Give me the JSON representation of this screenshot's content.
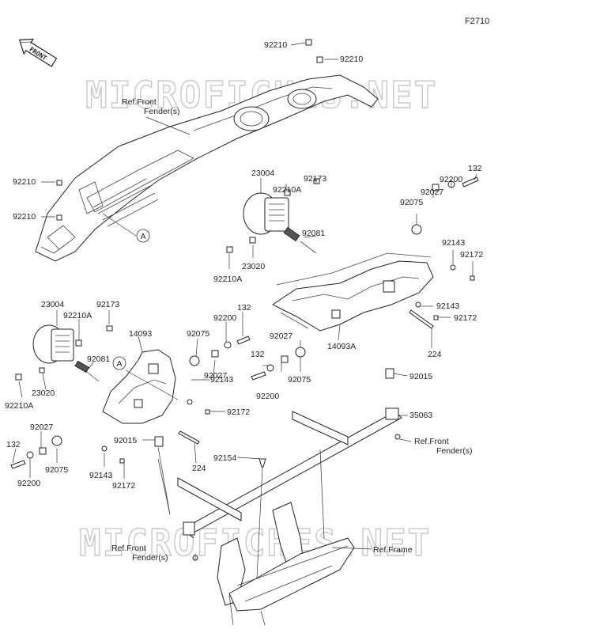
{
  "figure_id": "F2710",
  "front_label": "FRONT",
  "watermark": "MICROFICHES.NET",
  "callout_letter": "A",
  "labels": [
    {
      "id": "l1",
      "text": "92210"
    },
    {
      "id": "l2",
      "text": "92210"
    },
    {
      "id": "l3",
      "text": "Ref.Front"
    },
    {
      "id": "l4",
      "text": "Fender(s)"
    },
    {
      "id": "l5",
      "text": "92210"
    },
    {
      "id": "l6",
      "text": "92210"
    },
    {
      "id": "l7",
      "text": "23004"
    },
    {
      "id": "l8",
      "text": "92210A"
    },
    {
      "id": "l9",
      "text": "92173"
    },
    {
      "id": "l10",
      "text": "92081"
    },
    {
      "id": "l11",
      "text": "23020"
    },
    {
      "id": "l12",
      "text": "92210A"
    },
    {
      "id": "l13",
      "text": "132"
    },
    {
      "id": "l14",
      "text": "92200"
    },
    {
      "id": "l15",
      "text": "92027"
    },
    {
      "id": "l16",
      "text": "92075"
    },
    {
      "id": "l17",
      "text": "92143"
    },
    {
      "id": "l18",
      "text": "92172"
    },
    {
      "id": "l19",
      "text": "92143"
    },
    {
      "id": "l20",
      "text": "92172"
    },
    {
      "id": "l21",
      "text": "224"
    },
    {
      "id": "l22",
      "text": "14093A"
    },
    {
      "id": "l23",
      "text": "92027"
    },
    {
      "id": "l24",
      "text": "132"
    },
    {
      "id": "l25",
      "text": "92200"
    },
    {
      "id": "l26",
      "text": "92075"
    },
    {
      "id": "l27",
      "text": "92015"
    },
    {
      "id": "l28",
      "text": "23004"
    },
    {
      "id": "l29",
      "text": "92173"
    },
    {
      "id": "l30",
      "text": "92210A"
    },
    {
      "id": "l31",
      "text": "14093"
    },
    {
      "id": "l32",
      "text": "132"
    },
    {
      "id": "l33",
      "text": "92200"
    },
    {
      "id": "l34",
      "text": "92075"
    },
    {
      "id": "l35",
      "text": "92081"
    },
    {
      "id": "l36",
      "text": "92027"
    },
    {
      "id": "l37",
      "text": "23020"
    },
    {
      "id": "l38",
      "text": "92210A"
    },
    {
      "id": "l39",
      "text": "92143"
    },
    {
      "id": "l40",
      "text": "92172"
    },
    {
      "id": "l41",
      "text": "35063"
    },
    {
      "id": "l42",
      "text": "Ref.Front"
    },
    {
      "id": "l43",
      "text": "Fender(s)"
    },
    {
      "id": "l44",
      "text": "92027"
    },
    {
      "id": "l45",
      "text": "92015"
    },
    {
      "id": "l46",
      "text": "224"
    },
    {
      "id": "l47",
      "text": "132"
    },
    {
      "id": "l48",
      "text": "92075"
    },
    {
      "id": "l49",
      "text": "92200"
    },
    {
      "id": "l50",
      "text": "92143"
    },
    {
      "id": "l51",
      "text": "92172"
    },
    {
      "id": "l52",
      "text": "92154"
    },
    {
      "id": "l53",
      "text": "Ref.Front"
    },
    {
      "id": "l54",
      "text": "Fender(s)"
    },
    {
      "id": "l55",
      "text": "Ref.Frame"
    }
  ]
}
